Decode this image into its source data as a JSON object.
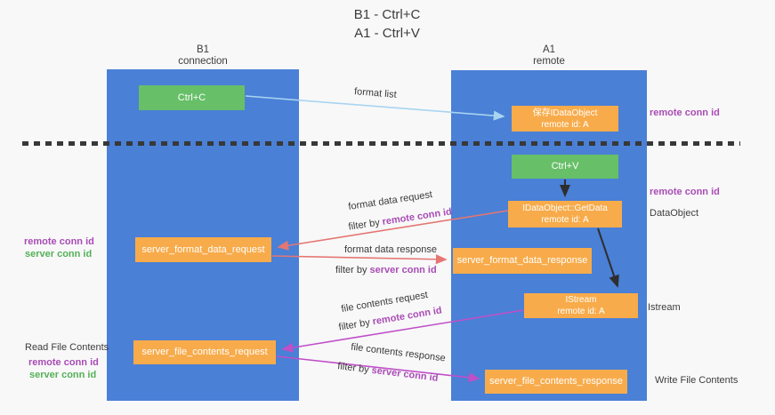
{
  "title": {
    "line1": "B1 - Ctrl+C",
    "line2": "A1 - Ctrl+V"
  },
  "lanes": {
    "left": {
      "title": "B1",
      "subtitle": "connection"
    },
    "right": {
      "title": "A1",
      "subtitle": "remote"
    }
  },
  "nodes": {
    "ctrl_c": {
      "label": "Ctrl+C"
    },
    "save_idataobject": {
      "line1": "保存IDataObject",
      "line2": "remote id: A"
    },
    "ctrl_v": {
      "label": "Ctrl+V"
    },
    "getdata": {
      "line1": "IDataObject::GetData",
      "line2": "remote id: A"
    },
    "server_format_data_request": {
      "label": "server_format_data_request"
    },
    "server_format_data_response": {
      "label": "server_format_data_response"
    },
    "istream": {
      "line1": "IStream",
      "line2": "remote id: A"
    },
    "server_file_contents_request": {
      "label": "server_file_contents_request"
    },
    "server_file_contents_response": {
      "label": "server_file_contents_response"
    }
  },
  "arrow_labels": {
    "format_list": "format list",
    "format_data_request": "format data request",
    "format_data_response": "format data response",
    "file_contents_request": "file contents request",
    "file_contents_response": "file contents response",
    "filter_by": "filter by ",
    "remote_conn_id": "remote conn id",
    "server_conn_id": "server conn id"
  },
  "side_labels": {
    "remote_conn_id_top_right": "remote conn id",
    "remote_conn_id_mid_right": "remote conn id",
    "dataobject": "DataObject",
    "istream": "Istream",
    "write_file_contents": "Write File Contents",
    "read_file_contents": "Read File Contents",
    "remote_conn_id_left1": "remote conn id",
    "server_conn_id_left1": "server conn id",
    "remote_conn_id_left2": "remote conn id",
    "server_conn_id_left2": "server conn id"
  },
  "colors": {
    "lane_blue": "#4a80d6",
    "box_green": "#67bf68",
    "box_orange": "#f8ab4a",
    "arrow_light_blue": "#a8d4f0",
    "arrow_red": "#e57672",
    "arrow_magenta": "#c050c8",
    "arrow_black": "#2e2e2e",
    "text_purple": "#a94cb4",
    "text_green": "#53b156",
    "text_dark": "#3d3d3d",
    "background": "#f8f8f9"
  }
}
